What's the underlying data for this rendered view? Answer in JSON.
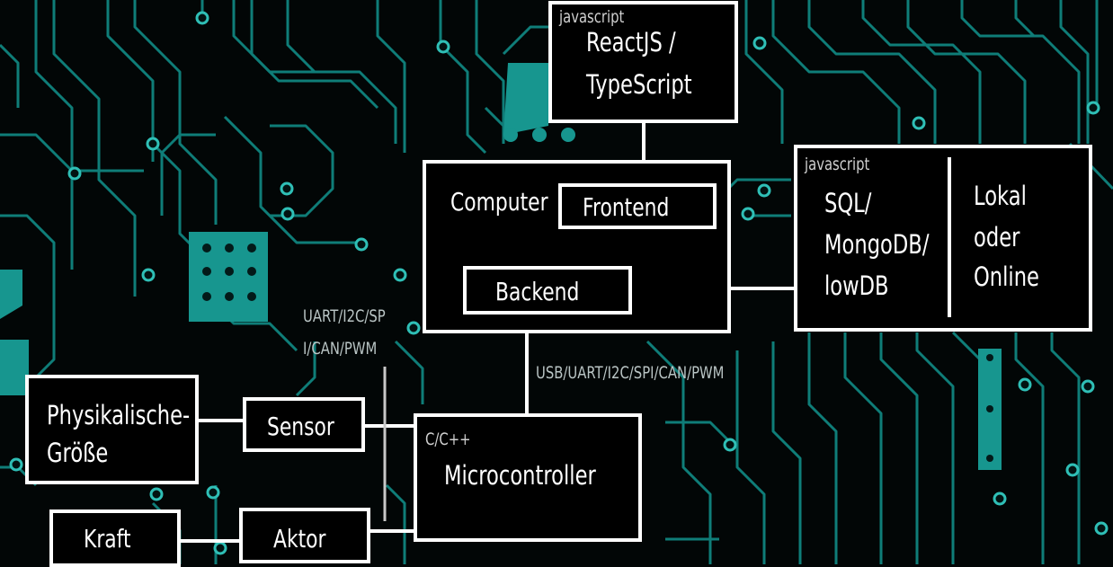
{
  "colors": {
    "background": "#020606",
    "circuit": "#1aa39b",
    "box_border": "#ffffff",
    "box_fill": "#000000",
    "text": "#ffffff"
  },
  "frontend_tech": {
    "tag": "javascript",
    "line1": "ReactJS /",
    "line2": "TypeScript"
  },
  "computer": {
    "label": "Computer",
    "frontend": "Frontend",
    "backend": "Backend"
  },
  "database": {
    "tag": "javascript",
    "lines": [
      "SQL/",
      "MongoDB/",
      "lowDB"
    ],
    "location": [
      "Lokal",
      "oder",
      "Online"
    ]
  },
  "links": {
    "computer_mcu": "USB/UART/I2C/SPI/CAN/PWM",
    "sensor_bus": [
      "UART/I2C/SP",
      "I/CAN/PWM"
    ]
  },
  "microcontroller": {
    "tag": "C/C++",
    "label": "Microcontroller"
  },
  "physical": {
    "lines": [
      "Physikalische-",
      "Größe"
    ]
  },
  "sensor": {
    "label": "Sensor"
  },
  "actuator": {
    "label": "Aktor"
  },
  "force": {
    "label": "Kraft"
  }
}
